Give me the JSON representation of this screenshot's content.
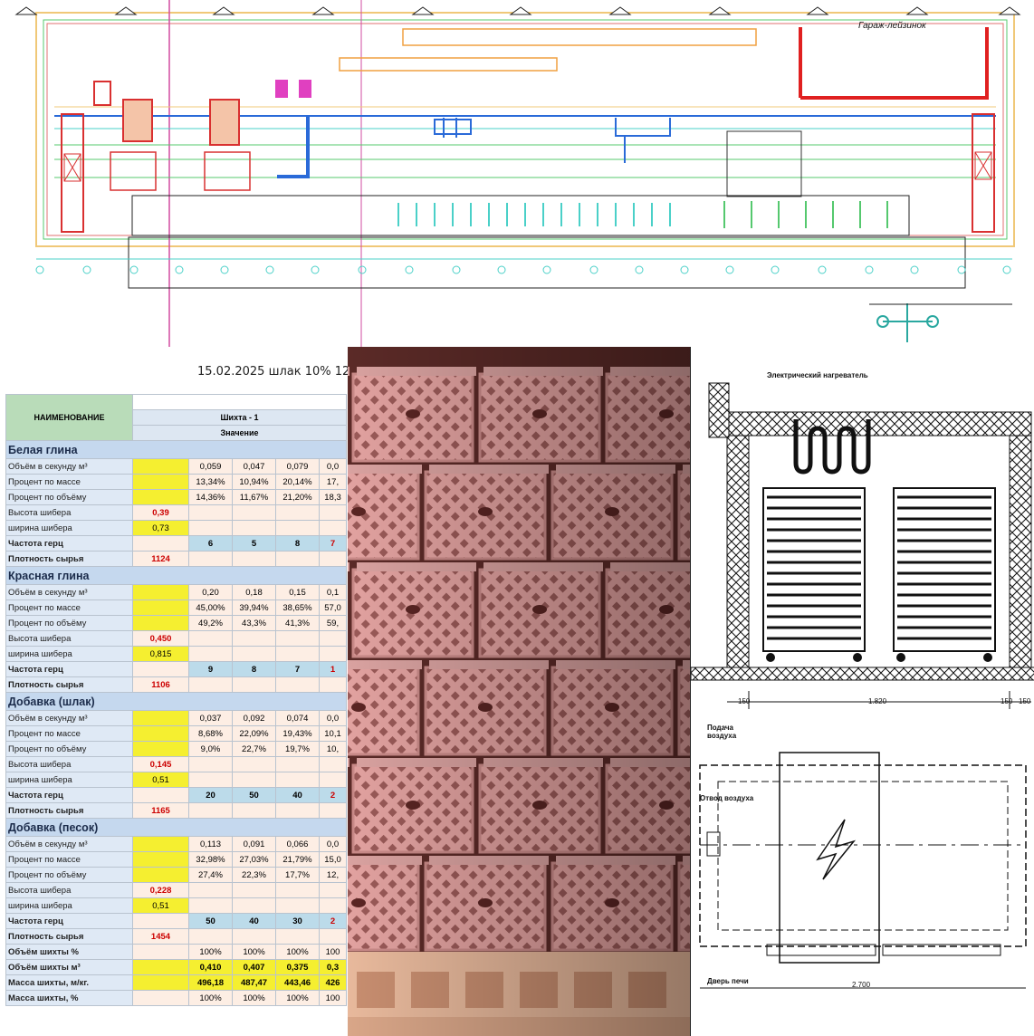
{
  "plan": {
    "title": "Гараж-лейзинок"
  },
  "sheet": {
    "date_title": "15.02.2025 шлак 10% 12",
    "header_name": "НАИМЕНОВАНИЕ",
    "header_shihta": "Шихта - 1",
    "header_value": "Значение",
    "sections": [
      {
        "title": "Белая глина",
        "rows": [
          {
            "label": "Объём в секунду м³",
            "input": "",
            "vals": [
              "0,059",
              "0,047",
              "0,079",
              "0,0"
            ],
            "kind": "plain"
          },
          {
            "label": "Процент по массе",
            "input": "",
            "vals": [
              "13,34%",
              "10,94%",
              "20,14%",
              "17,"
            ],
            "kind": "plain"
          },
          {
            "label": "Процент по объёму",
            "input": "",
            "vals": [
              "14,36%",
              "11,67%",
              "21,20%",
              "18,3"
            ],
            "kind": "plain"
          },
          {
            "label": "Высота шибера",
            "input": "0,39",
            "vals": [
              "",
              "",
              "",
              ""
            ],
            "kind": "red"
          },
          {
            "label": "ширина шибера",
            "input": "0,73",
            "vals": [
              "",
              "",
              "",
              ""
            ],
            "kind": "yellow"
          },
          {
            "label": "Частота герц",
            "input": "",
            "vals": [
              "6",
              "5",
              "8",
              "7"
            ],
            "kind": "blue"
          },
          {
            "label": "Плотность сырья",
            "input": "1124",
            "vals": [
              "",
              "",
              "",
              ""
            ],
            "kind": "red"
          }
        ]
      },
      {
        "title": "Красная глина",
        "rows": [
          {
            "label": "Объём в секунду м³",
            "input": "",
            "vals": [
              "0,20",
              "0,18",
              "0,15",
              "0,1"
            ],
            "kind": "plain"
          },
          {
            "label": "Процент по массе",
            "input": "",
            "vals": [
              "45,00%",
              "39,94%",
              "38,65%",
              "57,0"
            ],
            "kind": "plain"
          },
          {
            "label": "Процент по объёму",
            "input": "",
            "vals": [
              "49,2%",
              "43,3%",
              "41,3%",
              "59,"
            ],
            "kind": "plain"
          },
          {
            "label": "Высота шибера",
            "input": "0,450",
            "vals": [
              "",
              "",
              "",
              ""
            ],
            "kind": "red"
          },
          {
            "label": "ширина шибера",
            "input": "0,815",
            "vals": [
              "",
              "",
              "",
              ""
            ],
            "kind": "yellow"
          },
          {
            "label": "Частота герц",
            "input": "",
            "vals": [
              "9",
              "8",
              "7",
              "1"
            ],
            "kind": "blue"
          },
          {
            "label": "Плотность сырья",
            "input": "1106",
            "vals": [
              "",
              "",
              "",
              ""
            ],
            "kind": "red"
          }
        ]
      },
      {
        "title": "Добавка (шлак)",
        "rows": [
          {
            "label": "Объём в секунду м³",
            "input": "",
            "vals": [
              "0,037",
              "0,092",
              "0,074",
              "0,0"
            ],
            "kind": "plain"
          },
          {
            "label": "Процент по массе",
            "input": "",
            "vals": [
              "8,68%",
              "22,09%",
              "19,43%",
              "10,1"
            ],
            "kind": "plain"
          },
          {
            "label": "Процент по объёму",
            "input": "",
            "vals": [
              "9,0%",
              "22,7%",
              "19,7%",
              "10,"
            ],
            "kind": "plain"
          },
          {
            "label": "Высота шибера",
            "input": "0,145",
            "vals": [
              "",
              "",
              "",
              ""
            ],
            "kind": "red"
          },
          {
            "label": "ширина шибера",
            "input": "0,51",
            "vals": [
              "",
              "",
              "",
              ""
            ],
            "kind": "yellow"
          },
          {
            "label": "Частота герц",
            "input": "",
            "vals": [
              "20",
              "50",
              "40",
              "2"
            ],
            "kind": "blue"
          },
          {
            "label": "Плотность сырья",
            "input": "1165",
            "vals": [
              "",
              "",
              "",
              ""
            ],
            "kind": "red"
          }
        ]
      },
      {
        "title": "Добавка (песок)",
        "rows": [
          {
            "label": "Объём в секунду м³",
            "input": "",
            "vals": [
              "0,113",
              "0,091",
              "0,066",
              "0,0"
            ],
            "kind": "plain"
          },
          {
            "label": "Процент по массе",
            "input": "",
            "vals": [
              "32,98%",
              "27,03%",
              "21,79%",
              "15,0"
            ],
            "kind": "plain"
          },
          {
            "label": "Процент по объёму",
            "input": "",
            "vals": [
              "27,4%",
              "22,3%",
              "17,7%",
              "12,"
            ],
            "kind": "plain"
          },
          {
            "label": "Высота шибера",
            "input": "0,228",
            "vals": [
              "",
              "",
              "",
              ""
            ],
            "kind": "red"
          },
          {
            "label": "ширина шибера",
            "input": "0,51",
            "vals": [
              "",
              "",
              "",
              ""
            ],
            "kind": "yellow"
          },
          {
            "label": "Частота герц",
            "input": "",
            "vals": [
              "50",
              "40",
              "30",
              "2"
            ],
            "kind": "blue"
          },
          {
            "label": "Плотность сырья",
            "input": "1454",
            "vals": [
              "",
              "",
              "",
              ""
            ],
            "kind": "red"
          }
        ]
      }
    ],
    "totals": [
      {
        "label": "Объём шихты %",
        "vals": [
          "100%",
          "100%",
          "100%",
          "100"
        ],
        "style": "plain"
      },
      {
        "label": "Объём шихты м³",
        "vals": [
          "0,410",
          "0,407",
          "0,375",
          "0,3"
        ],
        "style": "yellow"
      },
      {
        "label": "Масса шихты, м/кг.",
        "vals": [
          "496,18",
          "487,47",
          "443,46",
          "426"
        ],
        "style": "yellow"
      },
      {
        "label": "Масса шихты, %",
        "vals": [
          "100%",
          "100%",
          "100%",
          "100"
        ],
        "style": "plain"
      }
    ]
  },
  "drawing": {
    "heater_label": "Электрический нагреватель",
    "dim_left": "150",
    "dim_center": "1.820",
    "dim_right": "150",
    "dim_right2": "150",
    "air_in": "Подача воздуха",
    "air_out": "Отвод воздуха",
    "door": "Дверь печи",
    "dim_bottom": "2.700"
  }
}
